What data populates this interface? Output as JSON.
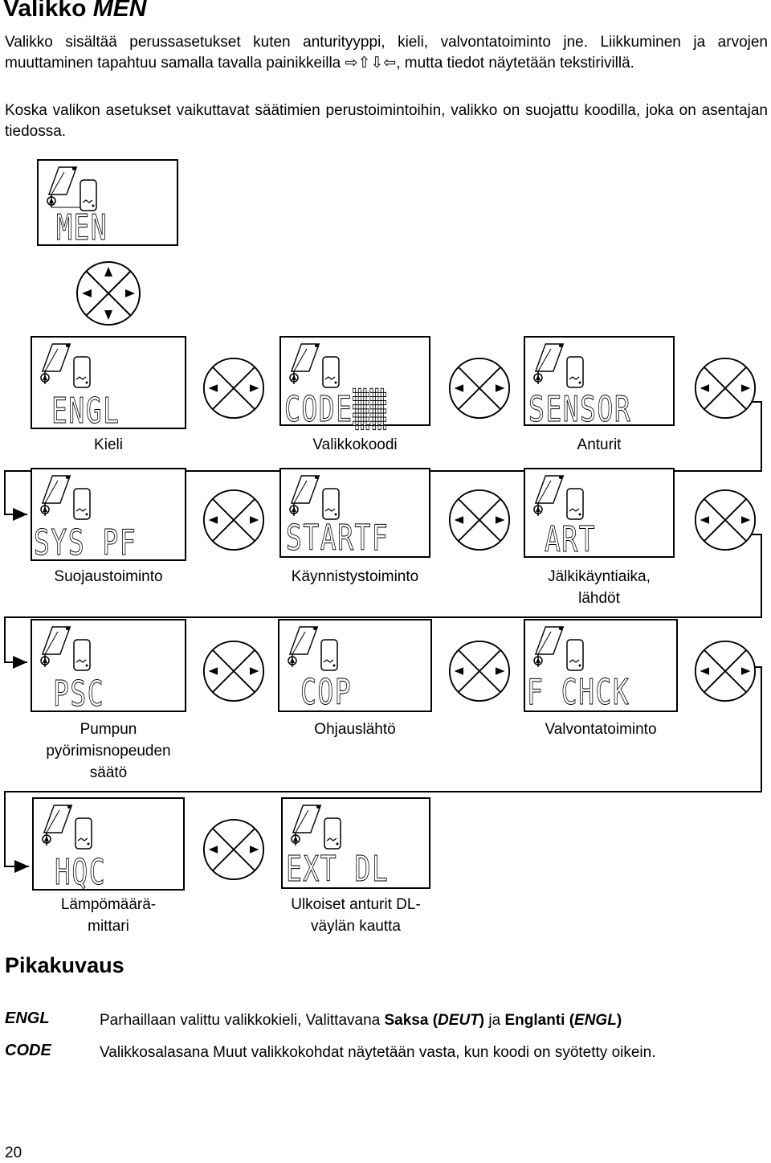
{
  "page": {
    "title_prefix": "Valikko ",
    "title_code": "MEN",
    "intro_1": "Valikko sisältää perussasetukset kuten anturityyppi, kieli, valvontatoiminto jne. Liikkuminen ja arvojen muuttaminen tapahtuu samalla tavalla painikkeilla ⇨⇧⇩⇦, mutta tiedot näytetään tekstirivillä.",
    "intro_2": "Koska valikon asetukset vaikuttavat säätimien perustoimintoihin, valikko on suojattu koodilla, joka on asentajan tiedossa.",
    "page_number": "20"
  },
  "main_display": {
    "text": "MEN"
  },
  "menu_items": [
    {
      "display": "ENGL",
      "caption": "Kieli"
    },
    {
      "display": "CODE▒▒",
      "caption": "Valikkokoodi"
    },
    {
      "display": "SENSOR",
      "caption": "Anturit"
    },
    {
      "display": "SYS PF",
      "caption": "Suojaustoiminto"
    },
    {
      "display": "STARTF",
      "caption": "Käynnistystoiminto"
    },
    {
      "display": "ART",
      "caption": "Jälkikäyntiaika,\nlähdöt"
    },
    {
      "display": "PSC",
      "caption": "Pumpun\npyörimisnopeuden\nsäätö"
    },
    {
      "display": "COP",
      "caption": "Ohjauslähtö"
    },
    {
      "display": "F CHCK",
      "caption": "Valvontatoiminto"
    },
    {
      "display": "HQC",
      "caption": "Lämpömäärä-\nmittari"
    },
    {
      "display": "EXT DL",
      "caption": "Ulkoiset anturit DL-\nväylän kautta"
    }
  ],
  "quick": {
    "heading": "Pikakuvaus",
    "items": [
      {
        "term": "ENGL",
        "text_1": "Parhaillaan valittu valikkokieli, Valittavana ",
        "bold_1": "Saksa (",
        "ital_1": "DEUT",
        "bold_2": ")",
        "text_2": " ja ",
        "bold_3": "Englanti (",
        "ital_2": "ENGL",
        "bold_4": ")"
      },
      {
        "term": "CODE",
        "text_1": "Valikkosalasana Muut valikkokohdat näytetään vasta, kun koodi on syötetty oikein."
      }
    ]
  }
}
